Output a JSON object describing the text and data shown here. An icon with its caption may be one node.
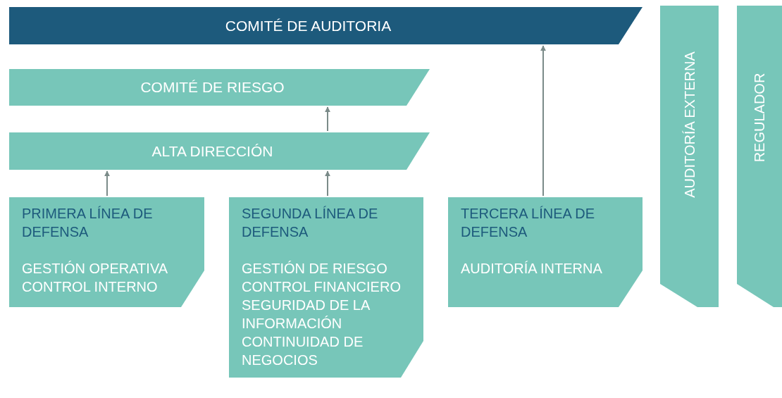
{
  "diagram": {
    "nodes": [
      {
        "text": [
          "COMITÉ DE AUDITORIA"
        ]
      },
      {
        "text": [
          "COMITÉ DE RIESGO"
        ]
      },
      {
        "text": [
          "ALTA DIRECCIÓN"
        ]
      },
      {
        "text": [
          "PRIMERA LÍNEA DE DEFENSA",
          "GESTIÓN OPERATIVA CONTROL INTERNO"
        ]
      },
      {
        "text": [
          "SEGUNDA LÍNEA DE DEFENSA",
          "GESTIÓN DE RIESGO CONTROL FINANCIERO SEGURIDAD DE LA INFORMACIÓN CONTINUIDAD DE NEGOCIOS"
        ]
      },
      {
        "text": [
          "TERCERA LÍNEA DE DEFENSA",
          "AUDITORÍA INTERNA"
        ]
      },
      {
        "text": [
          "AUDITORÍA EXTERNA"
        ]
      },
      {
        "text": [
          "REGULADOR"
        ]
      }
    ],
    "edges": [
      {
        "from": 3,
        "to": 2,
        "arrow": "to"
      },
      {
        "from": 4,
        "to": 2,
        "arrow": "to"
      },
      {
        "from": 2,
        "to": 1,
        "arrow": "to"
      },
      {
        "from": 5,
        "to": 0,
        "arrow": "to"
      }
    ]
  }
}
